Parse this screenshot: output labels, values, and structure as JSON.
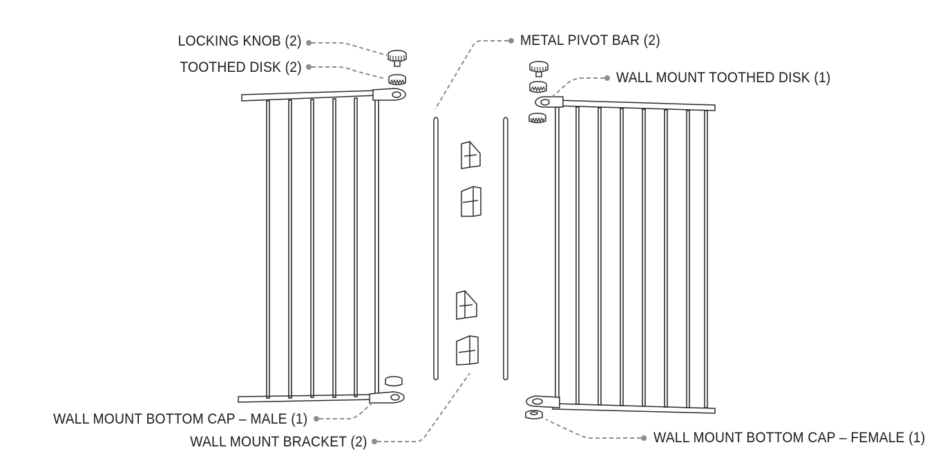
{
  "labels": {
    "locking_knob": "LOCKING KNOB (2)",
    "toothed_disk": "TOOTHED DISK (2)",
    "metal_pivot_bar": "METAL PIVOT BAR (2)",
    "wall_mount_toothed_disk": "WALL MOUNT TOOTHED DISK (1)",
    "bottom_cap_male": "WALL MOUNT BOTTOM CAP – MALE (1)",
    "wall_mount_bracket": "WALL MOUNT BRACKET (2)",
    "bottom_cap_female": "WALL MOUNT BOTTOM CAP – FEMALE (1)"
  },
  "colors": {
    "line": "#2a2a2a",
    "leader": "#8c8c8c",
    "text": "#1a1a1a",
    "background": "#ffffff"
  }
}
